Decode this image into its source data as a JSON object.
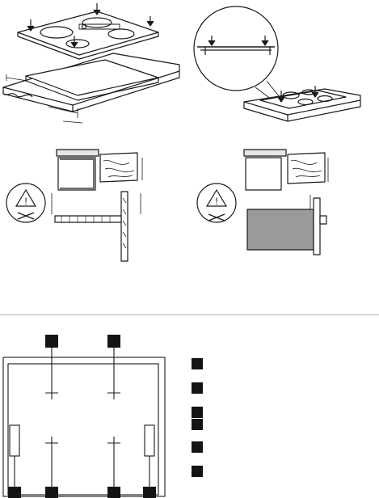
{
  "document": {
    "section_install": {
      "figures": [
        {
          "id": "hob-into-worktop",
          "icon": "hob-lowering-into-cutout-drawing"
        },
        {
          "id": "seal-detail-magnified",
          "icon": "gasket-seal-magnifier-drawing"
        },
        {
          "id": "clearance-left",
          "icon": "worktop-clearance-section-drawing"
        },
        {
          "id": "clearance-right",
          "icon": "worktop-oven-clearance-section-drawing"
        }
      ],
      "warning_symbol": "!"
    },
    "section_hob_layout": {
      "callout_markers": 6,
      "legend_markers": 6,
      "legend_texts": []
    }
  }
}
